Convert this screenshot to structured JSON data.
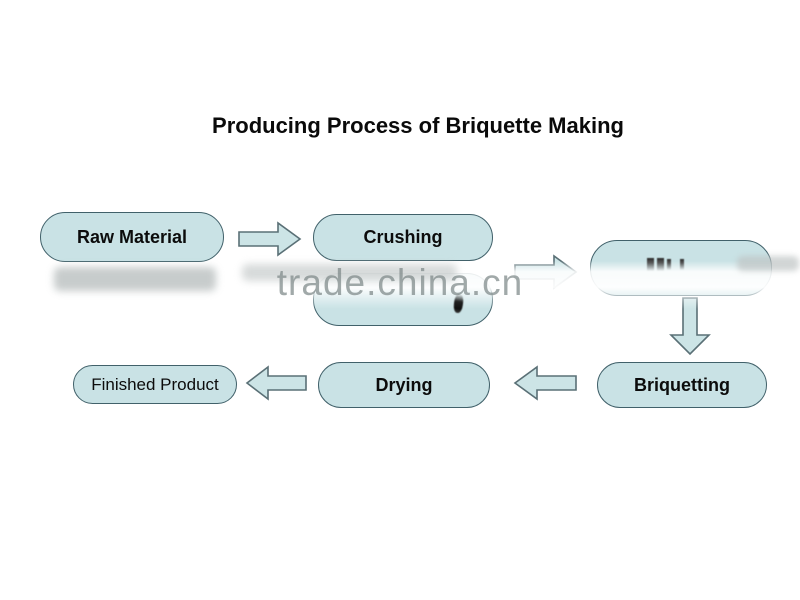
{
  "title": "Producing Process of Briquette Making",
  "watermark": {
    "text": "trade.china.cn"
  },
  "colors": {
    "background": "#ffffff",
    "node_fill": "#c9e2e5",
    "node_border": "#41616a",
    "arrow_fill": "#cce4e6",
    "arrow_border": "#5a7076",
    "title_color": "#0a0a0a",
    "watermark_color": "#7d8888"
  },
  "diagram": {
    "type": "flowchart",
    "nodes": [
      {
        "id": "raw-material",
        "label": "Raw Material",
        "shape": "stadium"
      },
      {
        "id": "crushing",
        "label": "Crushing",
        "shape": "stadium"
      },
      {
        "id": "obscured-node-1",
        "label": "",
        "shape": "stadium"
      },
      {
        "id": "obscured-node-2",
        "label": "",
        "shape": "stadium"
      },
      {
        "id": "briquetting",
        "label": "Briquetting",
        "shape": "stadium"
      },
      {
        "id": "drying",
        "label": "Drying",
        "shape": "stadium"
      },
      {
        "id": "finished-product",
        "label": "Finished Product",
        "shape": "stadium"
      }
    ],
    "edges": [
      {
        "from": "raw-material",
        "to": "crushing",
        "direction": "right"
      },
      {
        "from": "crushing",
        "to": "obscured-node-2",
        "direction": "right"
      },
      {
        "from": "obscured-node-2",
        "to": "briquetting",
        "direction": "down"
      },
      {
        "from": "briquetting",
        "to": "drying",
        "direction": "left"
      },
      {
        "from": "drying",
        "to": "finished-product",
        "direction": "left"
      }
    ]
  }
}
